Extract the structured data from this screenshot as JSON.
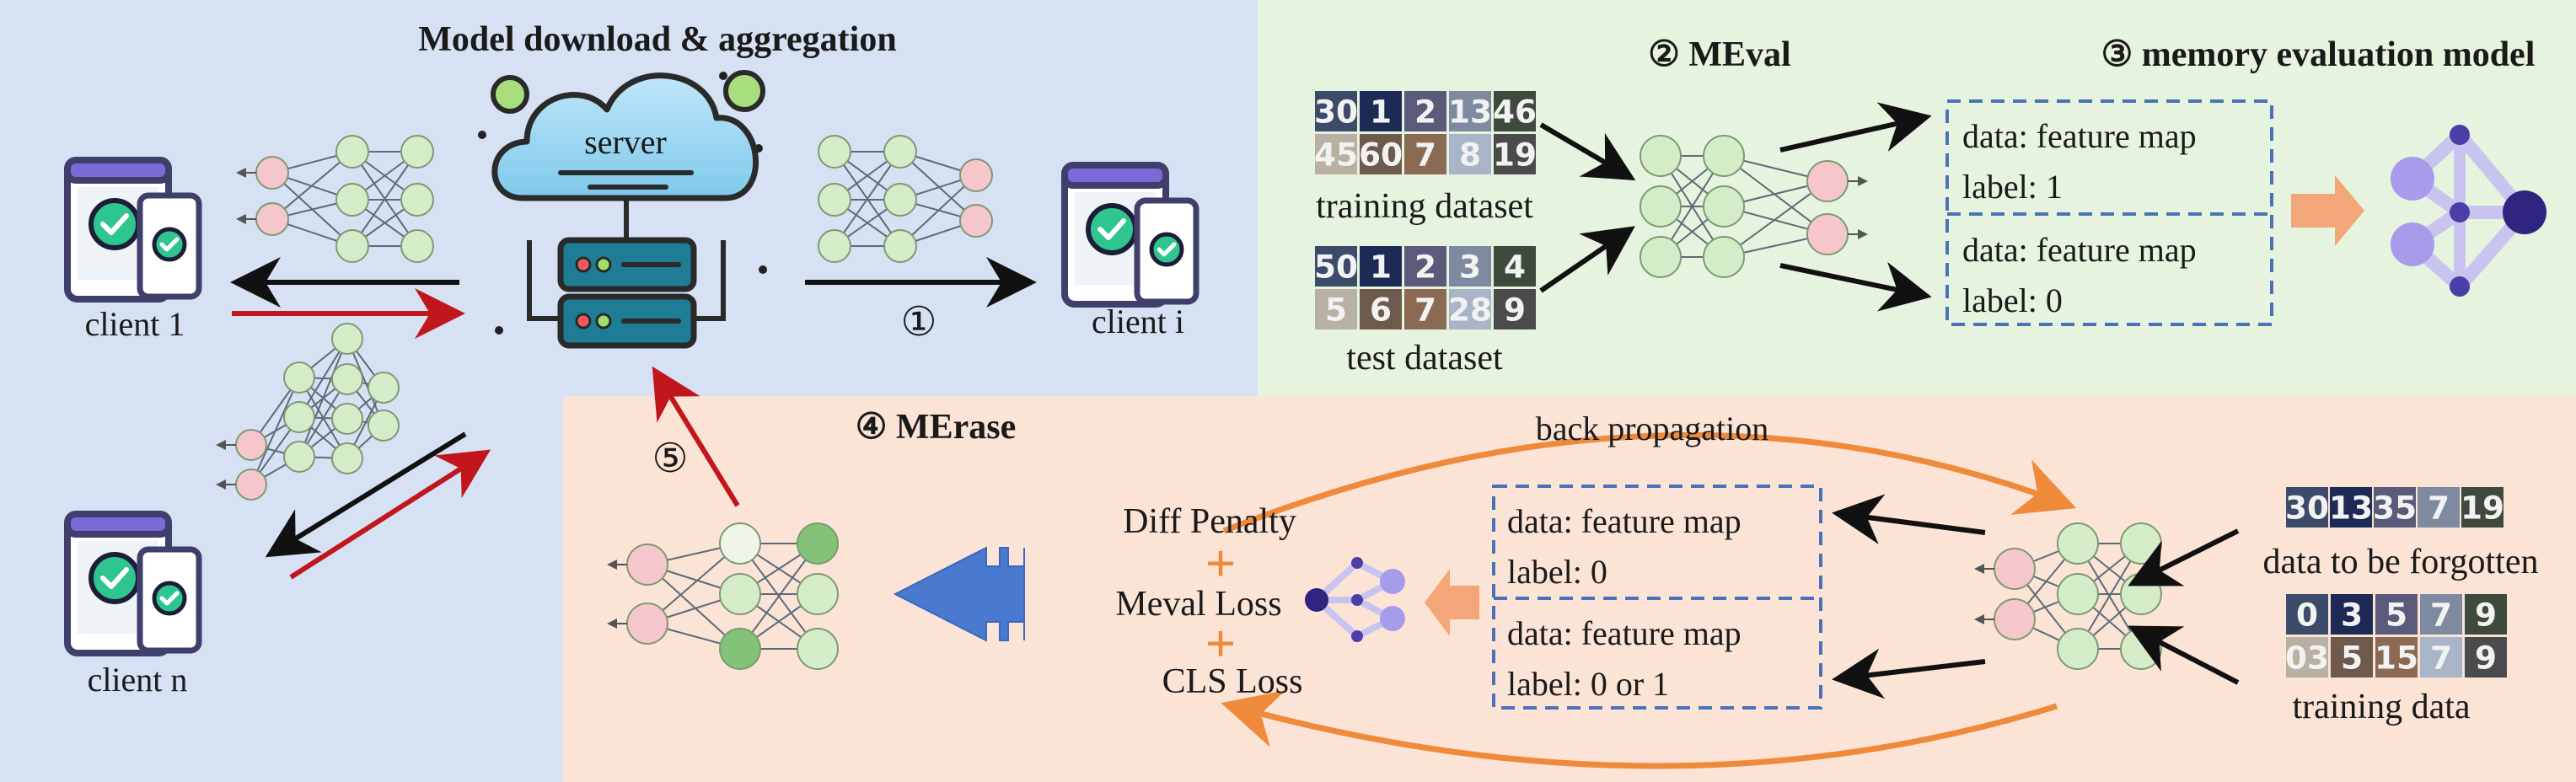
{
  "federated": {
    "title": "Model download & aggregation",
    "server_label": "server",
    "client_1": "client 1",
    "client_i": "client i",
    "client_n": "client n",
    "step_1": "①",
    "step_5": "⑤"
  },
  "meval": {
    "title": "② MEval",
    "training_dataset": "training dataset",
    "test_dataset": "test dataset",
    "train_digits": [
      "30",
      "1",
      "2",
      "13",
      "46",
      "45",
      "60",
      "7",
      "8",
      "19"
    ],
    "test_digits": [
      "50",
      "1",
      "2",
      "3",
      "4",
      "5",
      "6",
      "7",
      "28",
      "9"
    ],
    "box_top": {
      "data": "data: feature map",
      "label": "label: 1"
    },
    "box_bottom": {
      "data": "data: feature map",
      "label": "label: 0"
    }
  },
  "memory_model": {
    "title": "③ memory evaluation model"
  },
  "merase": {
    "title": "④ MErase",
    "back_propagation": "back propagation",
    "diff_penalty": "Diff Penalty",
    "meval_loss": "Meval Loss",
    "cls_loss": "CLS Loss",
    "plus_sign": "+",
    "box_top": {
      "data": "data: feature map",
      "label": "label: 0"
    },
    "box_bottom": {
      "data": "data: feature map",
      "label": "label: 0 or 1"
    },
    "data_to_be_forgotten": "data to be forgotten",
    "training_data": "training data",
    "forget_digits": [
      "30",
      "13",
      "35",
      "7",
      "19"
    ],
    "train_digits": [
      "0",
      "3",
      "5",
      "7",
      "9",
      "03",
      "5",
      "15",
      "7",
      "9"
    ]
  },
  "colors": {
    "federated_bg": "#d6e1f3",
    "meval_bg": "#e6f3de",
    "merase_bg": "#fbe3d6",
    "node_green": "#d5ecc8",
    "node_pink": "#f5c6cc",
    "node_dark_green": "#84c277",
    "dashed_blue": "#4a72b8",
    "red_arrow": "#c0161c",
    "orange": "#ee8a3a",
    "big_blue_arrow": "#4a7ad0",
    "purple": "#4b3ea8"
  }
}
